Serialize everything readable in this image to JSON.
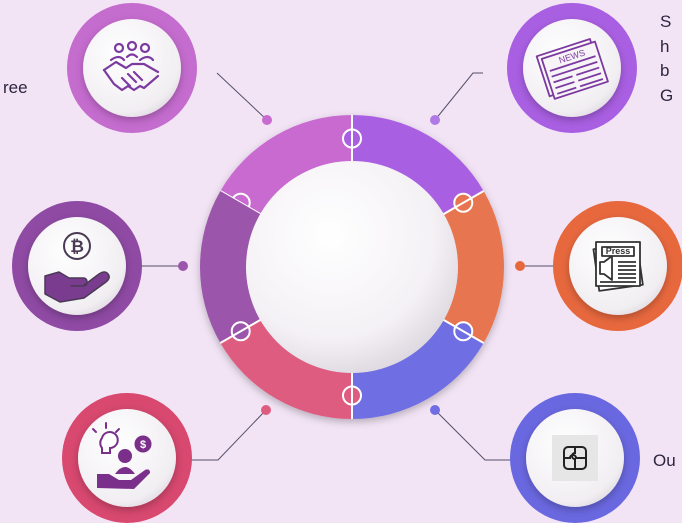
{
  "ring_segments": [
    {
      "name": "top-left",
      "color": "#c86bd0"
    },
    {
      "name": "top-right",
      "color": "#a95fe2"
    },
    {
      "name": "right",
      "color": "#e7744f"
    },
    {
      "name": "bottom-right",
      "color": "#6f6ee3"
    },
    {
      "name": "bottom-left",
      "color": "#df5c81"
    },
    {
      "name": "left",
      "color": "#9b56ab"
    }
  ],
  "nodes": [
    {
      "name": "handshake",
      "icon": "handshake-icon",
      "ring_color": "#c56ccf",
      "dot_color": "#c86bd0"
    },
    {
      "name": "news",
      "icon": "newspaper-icon",
      "ring_color": "#a95fe2",
      "dot_color": "#b07ae6"
    },
    {
      "name": "bitcoin",
      "icon": "bitcoin-hand-icon",
      "ring_color": "#8f4aa4",
      "dot_color": "#9b56ab"
    },
    {
      "name": "press",
      "icon": "press-release-icon",
      "ring_color": "#e8683e",
      "dot_color": "#e8683e"
    },
    {
      "name": "idea",
      "icon": "idea-investor-icon",
      "ring_color": "#d8486f",
      "dot_color": "#df5c81"
    },
    {
      "name": "puzzle",
      "icon": "puzzle-icon",
      "ring_color": "#6a68e0",
      "dot_color": "#6f6ee3"
    }
  ],
  "labels": {
    "top_left": "ree",
    "top_right_lines": [
      "S",
      "h",
      "b",
      "G"
    ],
    "bottom_right": "Ou"
  },
  "icon_texts": {
    "news": "NEWS",
    "press": "Press"
  }
}
